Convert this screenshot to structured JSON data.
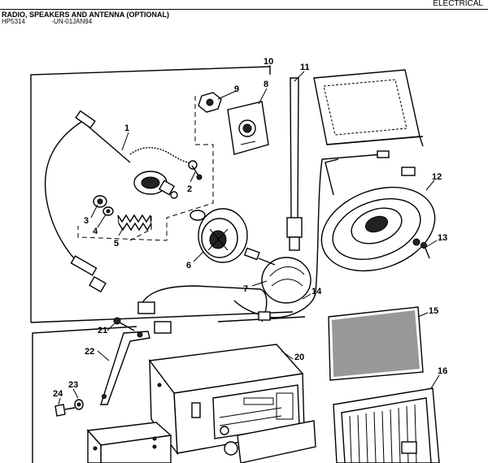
{
  "header": {
    "section": "ELECTRICAL",
    "title": "RADIO, SPEAKERS AND ANTENNA (OPTIONAL)",
    "ref_code": "HP5314",
    "date_code": "-UN-01JAN94"
  },
  "callouts": [
    {
      "id": "c1",
      "label": "1"
    },
    {
      "id": "c2",
      "label": "2"
    },
    {
      "id": "c3",
      "label": "3"
    },
    {
      "id": "c4",
      "label": "4"
    },
    {
      "id": "c5",
      "label": "5"
    },
    {
      "id": "c6",
      "label": "6"
    },
    {
      "id": "c7",
      "label": "7"
    },
    {
      "id": "c8",
      "label": "8"
    },
    {
      "id": "c9",
      "label": "9"
    },
    {
      "id": "c10",
      "label": "10"
    },
    {
      "id": "c11",
      "label": "11"
    },
    {
      "id": "c12",
      "label": "12"
    },
    {
      "id": "c13",
      "label": "13"
    },
    {
      "id": "c14",
      "label": "14"
    },
    {
      "id": "c15",
      "label": "15"
    },
    {
      "id": "c16",
      "label": "16"
    },
    {
      "id": "c20",
      "label": "20"
    },
    {
      "id": "c21",
      "label": "21"
    },
    {
      "id": "c22",
      "label": "22"
    },
    {
      "id": "c23",
      "label": "23"
    },
    {
      "id": "c24",
      "label": "24"
    }
  ]
}
